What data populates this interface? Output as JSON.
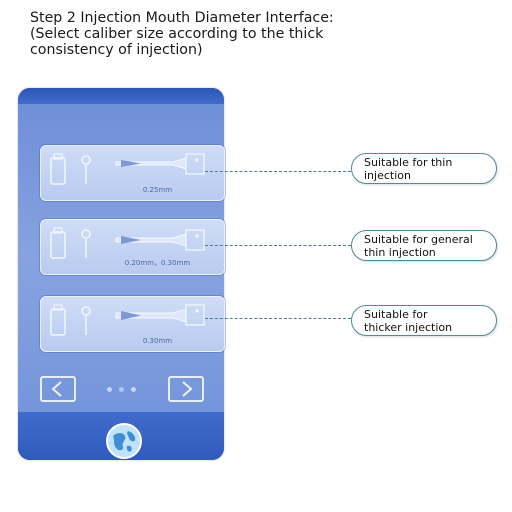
{
  "heading": {
    "line1": "Step 2 Injection Mouth Diameter Interface:",
    "line2": "(Select caliber size according to the thick",
    "line3": "consistency of injection)"
  },
  "panels": [
    {
      "label": "0.25mm",
      "icon": "needle-icon"
    },
    {
      "label": "0.20mm，0.30mm",
      "icon": "needle-icon"
    },
    {
      "label": "0.30mm",
      "icon": "needle-icon"
    }
  ],
  "callouts": [
    {
      "line1": "Suitable for thin",
      "line2": "injection"
    },
    {
      "line1": "Suitable for general",
      "line2": "thin injection"
    },
    {
      "line1": "Suitable for",
      "line2": "thicker injection"
    }
  ],
  "nav": {
    "prev_icon": "chevron-left-icon",
    "next_icon": "chevron-right-icon",
    "page_dots": 3,
    "active_dot": 2
  },
  "footer": {
    "icon": "globe-icon"
  },
  "colors": {
    "device": "#3763c4",
    "screen": "#86a3e0",
    "callout_border": "#4f88a8"
  }
}
